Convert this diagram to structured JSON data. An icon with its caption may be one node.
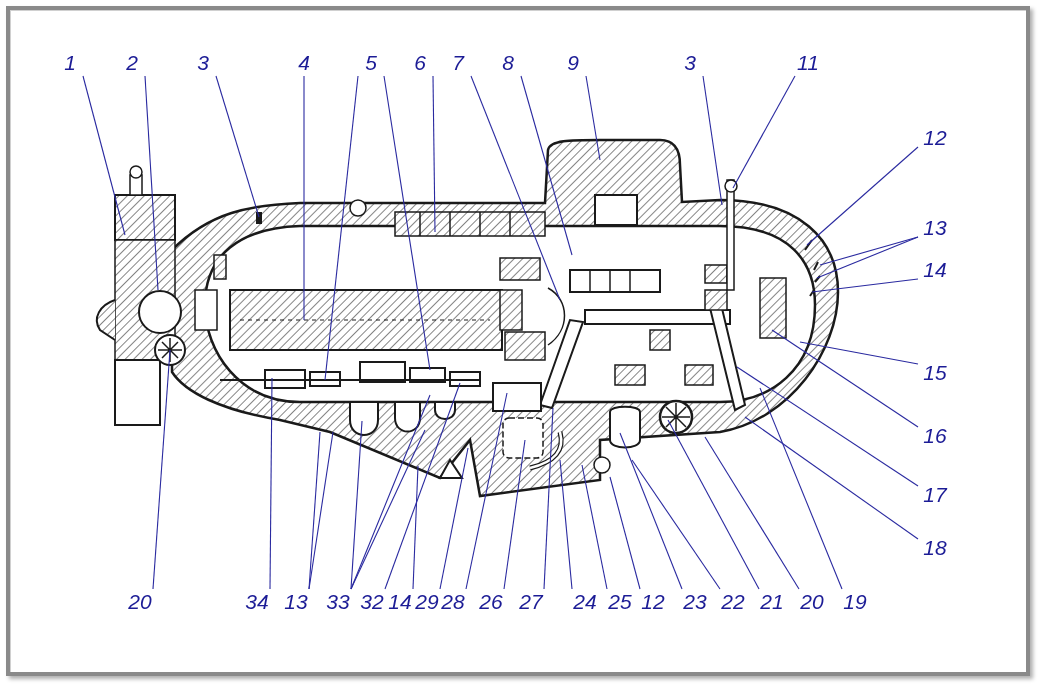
{
  "diagram": {
    "nodes": [
      {
        "text": [
          "1"
        ]
      },
      {
        "text": [
          "2"
        ]
      },
      {
        "text": [
          "3"
        ]
      },
      {
        "text": [
          "4"
        ]
      },
      {
        "text": [
          "5"
        ]
      },
      {
        "text": [
          "6"
        ]
      },
      {
        "text": [
          "7"
        ]
      },
      {
        "text": [
          "8"
        ]
      },
      {
        "text": [
          "9"
        ]
      },
      {
        "text": [
          "3"
        ]
      },
      {
        "text": [
          "11"
        ]
      },
      {
        "text": [
          "12"
        ]
      },
      {
        "text": [
          "13"
        ]
      },
      {
        "text": [
          "14"
        ]
      },
      {
        "text": [
          "15"
        ]
      },
      {
        "text": [
          "16"
        ]
      },
      {
        "text": [
          "17"
        ]
      },
      {
        "text": [
          "18"
        ]
      },
      {
        "text": [
          "20"
        ]
      },
      {
        "text": [
          "34"
        ]
      },
      {
        "text": [
          "13"
        ]
      },
      {
        "text": [
          "33"
        ]
      },
      {
        "text": [
          "32"
        ]
      },
      {
        "text": [
          "14"
        ]
      },
      {
        "text": [
          "29"
        ]
      },
      {
        "text": [
          "28"
        ]
      },
      {
        "text": [
          "26"
        ]
      },
      {
        "text": [
          "27"
        ]
      },
      {
        "text": [
          "24"
        ]
      },
      {
        "text": [
          "25"
        ]
      },
      {
        "text": [
          "12"
        ]
      },
      {
        "text": [
          "23"
        ]
      },
      {
        "text": [
          "22"
        ]
      },
      {
        "text": [
          "21"
        ]
      },
      {
        "text": [
          "20"
        ]
      },
      {
        "text": [
          "19"
        ]
      }
    ],
    "edges": [
      {
        "from": 0,
        "to": null,
        "arrow": "none"
      },
      {
        "from": 1,
        "to": null,
        "arrow": "none"
      },
      {
        "from": 2,
        "to": null,
        "arrow": "none"
      },
      {
        "from": 3,
        "to": null,
        "arrow": "none"
      },
      {
        "from": 4,
        "to": null,
        "arrow": "none"
      },
      {
        "from": 4,
        "to": null,
        "arrow": "none"
      },
      {
        "from": 5,
        "to": null,
        "arrow": "none"
      },
      {
        "from": 6,
        "to": null,
        "arrow": "none"
      },
      {
        "from": 7,
        "to": null,
        "arrow": "none"
      },
      {
        "from": 8,
        "to": null,
        "arrow": "none"
      },
      {
        "from": 9,
        "to": null,
        "arrow": "none"
      },
      {
        "from": 10,
        "to": null,
        "arrow": "none"
      },
      {
        "from": 11,
        "to": null,
        "arrow": "none"
      },
      {
        "from": 12,
        "to": null,
        "arrow": "none"
      },
      {
        "from": 12,
        "to": null,
        "arrow": "none"
      },
      {
        "from": 13,
        "to": null,
        "arrow": "none"
      },
      {
        "from": 14,
        "to": null,
        "arrow": "none"
      },
      {
        "from": 15,
        "to": null,
        "arrow": "none"
      },
      {
        "from": 16,
        "to": null,
        "arrow": "none"
      },
      {
        "from": 17,
        "to": null,
        "arrow": "none"
      },
      {
        "from": 18,
        "to": null,
        "arrow": "none"
      },
      {
        "from": 19,
        "to": null,
        "arrow": "none"
      },
      {
        "from": 20,
        "to": null,
        "arrow": "none"
      },
      {
        "from": 20,
        "to": null,
        "arrow": "none"
      },
      {
        "from": 21,
        "to": null,
        "arrow": "none"
      },
      {
        "from": 21,
        "to": null,
        "arrow": "none"
      },
      {
        "from": 21,
        "to": null,
        "arrow": "none"
      },
      {
        "from": 22,
        "to": null,
        "arrow": "none"
      },
      {
        "from": 23,
        "to": null,
        "arrow": "none"
      },
      {
        "from": 24,
        "to": null,
        "arrow": "none"
      },
      {
        "from": 25,
        "to": null,
        "arrow": "none"
      },
      {
        "from": 26,
        "to": null,
        "arrow": "none"
      },
      {
        "from": 27,
        "to": null,
        "arrow": "none"
      },
      {
        "from": 28,
        "to": null,
        "arrow": "none"
      },
      {
        "from": 29,
        "to": null,
        "arrow": "none"
      },
      {
        "from": 30,
        "to": null,
        "arrow": "none"
      },
      {
        "from": 31,
        "to": null,
        "arrow": "none"
      },
      {
        "from": 32,
        "to": null,
        "arrow": "none"
      },
      {
        "from": 33,
        "to": null,
        "arrow": "none"
      },
      {
        "from": 34,
        "to": null,
        "arrow": "none"
      },
      {
        "from": 35,
        "to": null,
        "arrow": "none"
      }
    ]
  }
}
